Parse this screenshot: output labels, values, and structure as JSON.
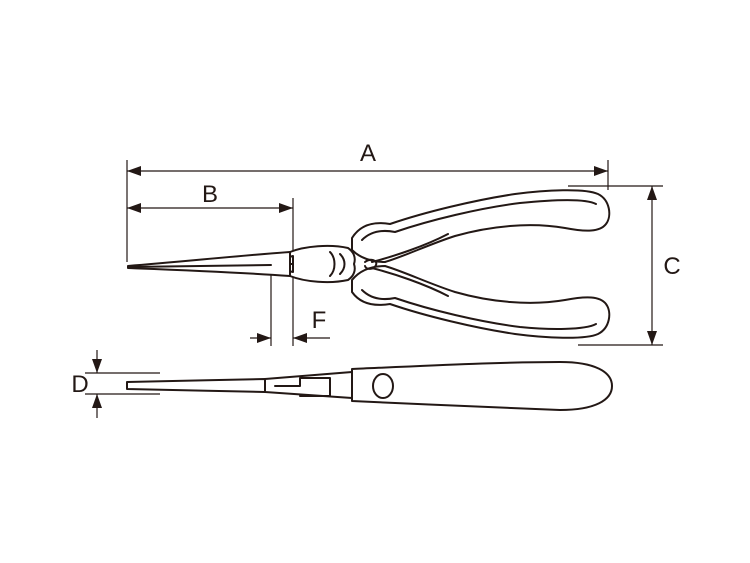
{
  "diagram": {
    "colors": {
      "line": "#231815",
      "background": "#ffffff"
    },
    "dimensions": [
      {
        "id": "A",
        "label": "A"
      },
      {
        "id": "B",
        "label": "B"
      },
      {
        "id": "C",
        "label": "C"
      },
      {
        "id": "D",
        "label": "D"
      },
      {
        "id": "F",
        "label": "F"
      }
    ]
  }
}
